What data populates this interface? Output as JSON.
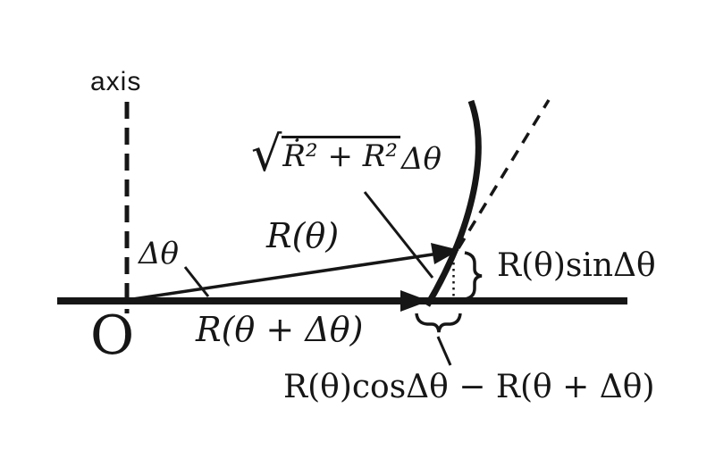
{
  "figure": {
    "background_color": "#ffffff",
    "ink_color": "#161616",
    "labels": {
      "axis": "axis",
      "origin": "O",
      "delta_theta": "Δθ",
      "r_theta": "R(θ)",
      "r_theta_plus_dtheta": "R(θ + Δθ)",
      "arc_radical": "√",
      "arc_under_root": "Ṙ² + R²",
      "arc_tail": "Δθ",
      "vertical_side": "R(θ)sinΔθ",
      "horizontal_side": "R(θ)cosΔθ − R(θ + Δθ)"
    }
  }
}
